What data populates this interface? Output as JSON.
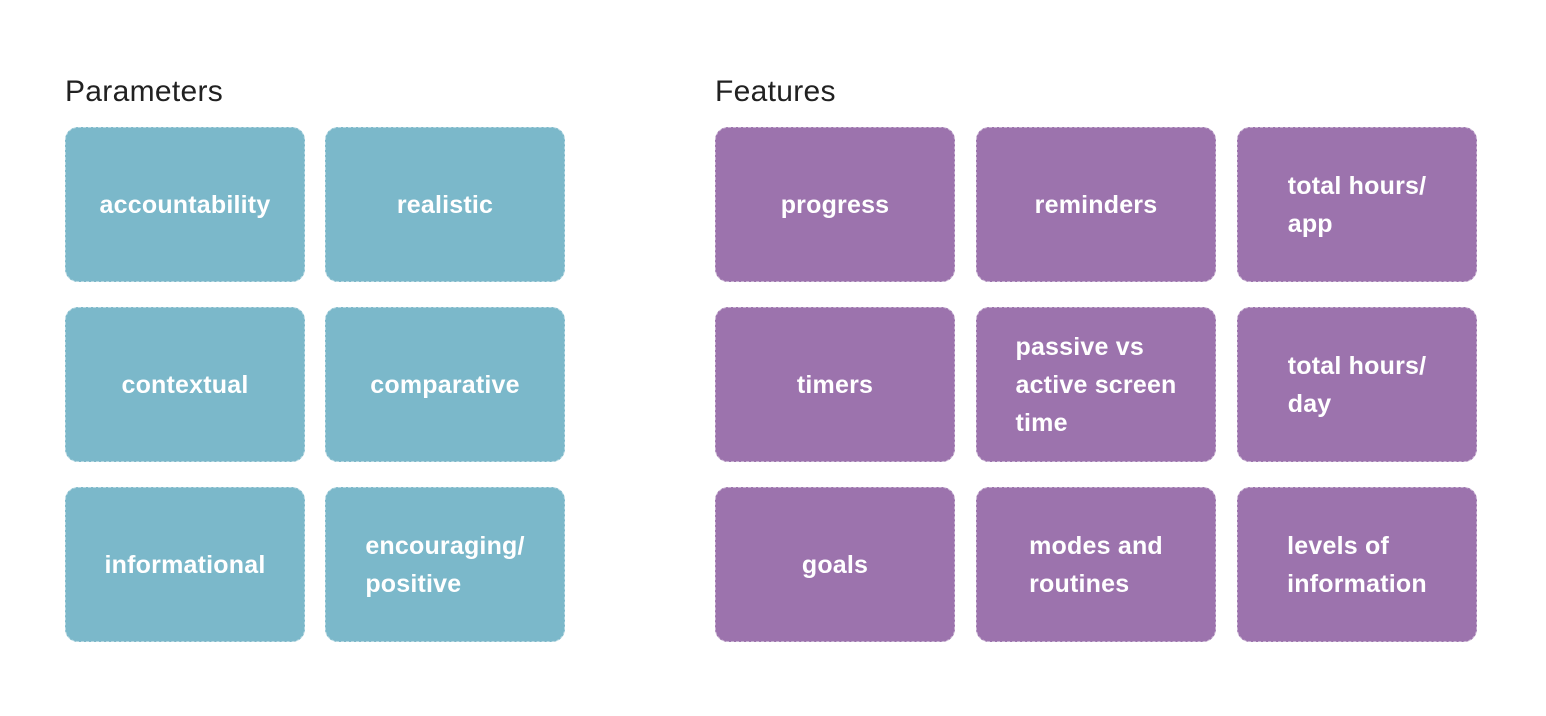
{
  "page": {
    "background_color": "#ffffff",
    "heading_color": "#212121"
  },
  "groups": [
    {
      "id": "parameters",
      "title": "Parameters",
      "columns": 2,
      "card_color": "#7bb8ca",
      "text_color": "#ffffff",
      "cards": [
        {
          "label": "accountability",
          "lines": [
            "accountability"
          ]
        },
        {
          "label": "realistic",
          "lines": [
            "realistic"
          ]
        },
        {
          "label": "contextual",
          "lines": [
            "contextual"
          ]
        },
        {
          "label": "comparative",
          "lines": [
            "comparative"
          ]
        },
        {
          "label": "informational",
          "lines": [
            "informational"
          ]
        },
        {
          "label": "encouraging/positive",
          "lines": [
            "encouraging/",
            "positive"
          ]
        }
      ]
    },
    {
      "id": "features",
      "title": "Features",
      "columns": 3,
      "card_color": "#9c73ad",
      "text_color": "#ffffff",
      "cards": [
        {
          "label": "progress",
          "lines": [
            "progress"
          ]
        },
        {
          "label": "reminders",
          "lines": [
            "reminders"
          ]
        },
        {
          "label": "total hours/app",
          "lines": [
            "total hours/",
            "app"
          ]
        },
        {
          "label": "timers",
          "lines": [
            "timers"
          ]
        },
        {
          "label": "passive vs active screen time",
          "lines": [
            "passive vs",
            "active screen",
            "time"
          ]
        },
        {
          "label": "total hours/day",
          "lines": [
            "total hours/",
            "day"
          ]
        },
        {
          "label": "goals",
          "lines": [
            "goals"
          ]
        },
        {
          "label": "modes and routines",
          "lines": [
            "modes and",
            "routines"
          ]
        },
        {
          "label": "levels of information",
          "lines": [
            "levels of",
            "information"
          ]
        }
      ]
    }
  ]
}
